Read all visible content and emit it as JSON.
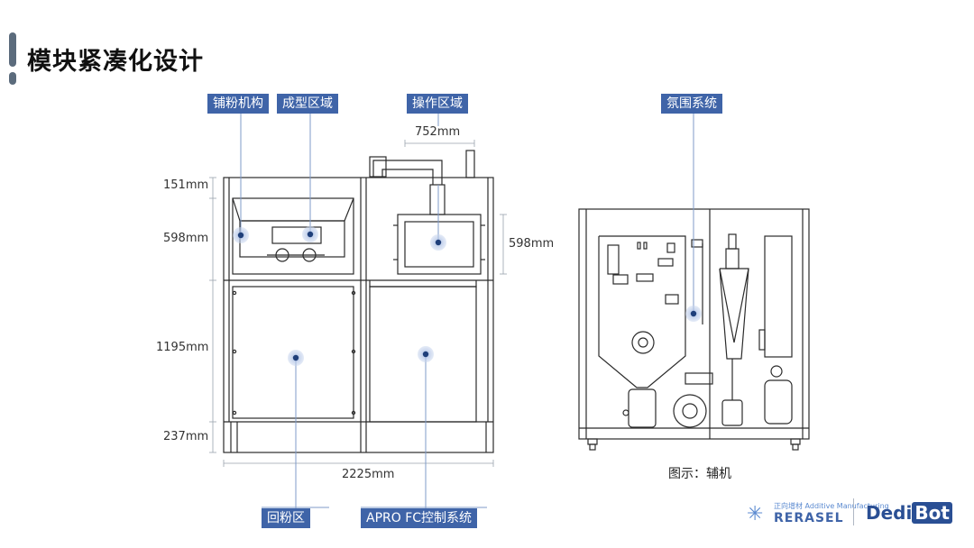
{
  "title": "模块紧凑化设计",
  "tags": {
    "powder_spreading": "铺粉机构",
    "forming_area": "成型区域",
    "operation_area": "操作区域",
    "atmosphere_system": "氛围系统",
    "powder_return": "回粉区",
    "control_system": "APRO FC控制系统"
  },
  "dimensions": {
    "op_width": "752mm",
    "h_top": "151mm",
    "h_forming": "598mm",
    "h_mid": "1195mm",
    "h_base": "237mm",
    "h_op": "598mm",
    "total_width": "2225mm"
  },
  "caption": "图示：辅机",
  "logos": {
    "rerasel_cn": "正向增材 Additive Manufacturing",
    "rerasel": "RERASEL",
    "dedibot_a": "Dedi",
    "dedibot_b": "Bot"
  },
  "colors": {
    "accent": "#3f64a8",
    "line": "#2b2b2b",
    "leader": "#7f9bc8"
  }
}
